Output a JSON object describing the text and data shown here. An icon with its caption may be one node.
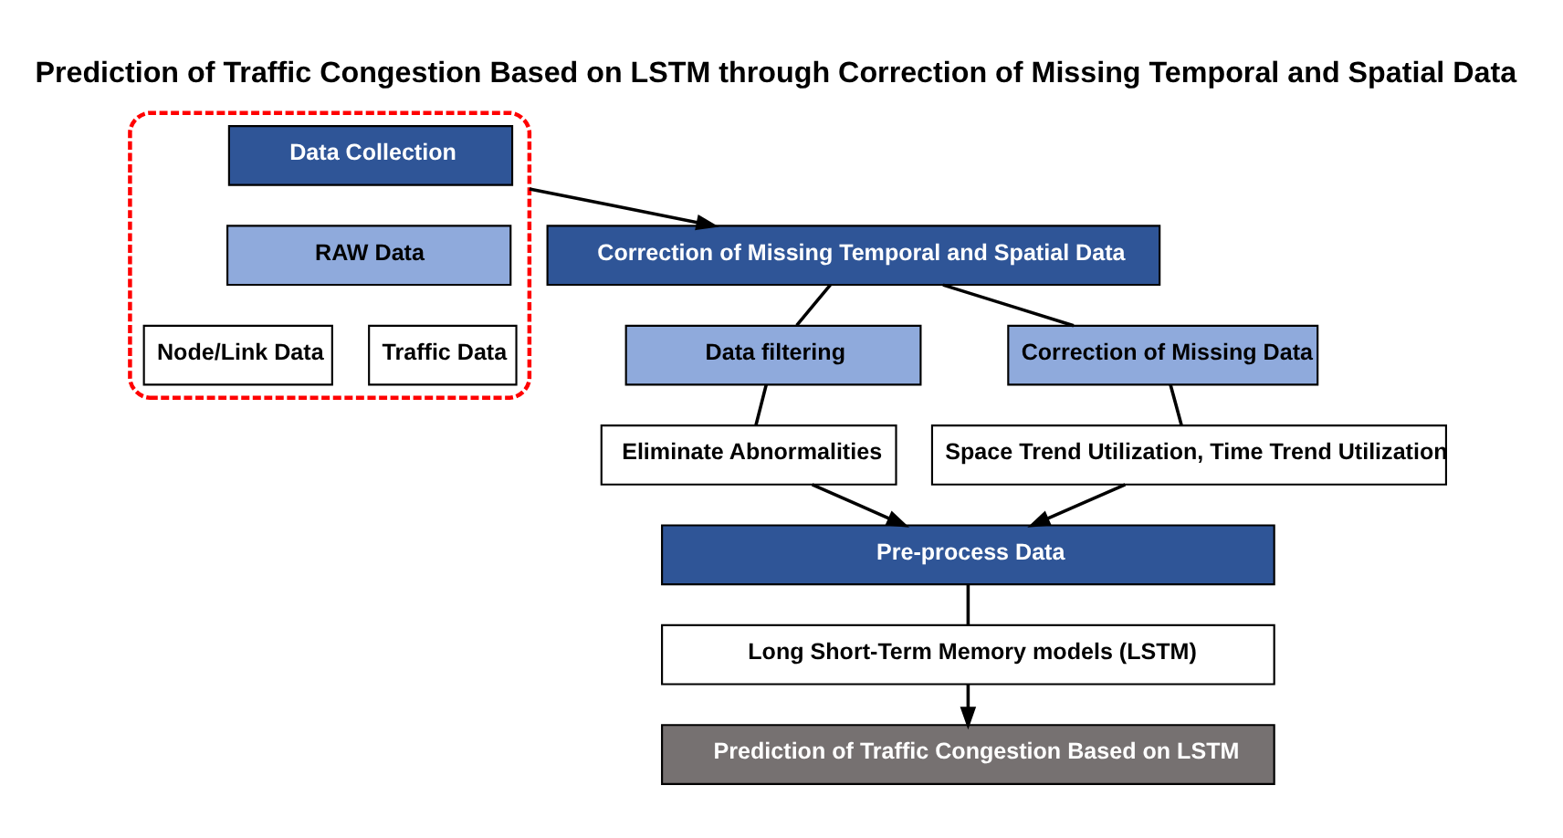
{
  "diagram": {
    "title": "Prediction of Traffic Congestion Based on LSTM through Correction of Missing Temporal and Spatial Data",
    "nodes": [
      {
        "text": [],
        "shape": "box"
      },
      {
        "text": [
          "Data Collection"
        ],
        "in": 0
      },
      {
        "text": [
          "RAW Data"
        ],
        "in": 0
      },
      {
        "text": [
          "Node/Link Data"
        ],
        "in": 0
      },
      {
        "text": [
          "Traffic Data"
        ],
        "in": 0
      },
      {
        "text": [
          "Correction of Missing Temporal and Spatial Data"
        ]
      },
      {
        "text": [
          "Data filtering"
        ]
      },
      {
        "text": [
          "Correction of Missing Data"
        ]
      },
      {
        "text": [
          "Eliminate Abnormalities"
        ]
      },
      {
        "text": [
          "Space Trend Utilization, Time Trend Utilization"
        ]
      },
      {
        "text": [
          "Pre-process Data"
        ]
      },
      {
        "text": [
          "Long Short-Term Memory models (LSTM)"
        ]
      },
      {
        "text": [
          "Prediction of Traffic Congestion Based on LSTM"
        ]
      }
    ],
    "edges": [
      {
        "from": 0,
        "to": 5,
        "arrow": "to"
      },
      {
        "from": 5,
        "to": 6,
        "arrow": "none"
      },
      {
        "from": 5,
        "to": 7,
        "arrow": "none"
      },
      {
        "from": 6,
        "to": 8,
        "arrow": "none"
      },
      {
        "from": 7,
        "to": 9,
        "arrow": "none"
      },
      {
        "from": 8,
        "to": 10,
        "arrow": "to"
      },
      {
        "from": 9,
        "to": 10,
        "arrow": "to"
      },
      {
        "from": 10,
        "to": 11,
        "arrow": "none"
      },
      {
        "from": 11,
        "to": 12,
        "arrow": "to"
      }
    ]
  }
}
